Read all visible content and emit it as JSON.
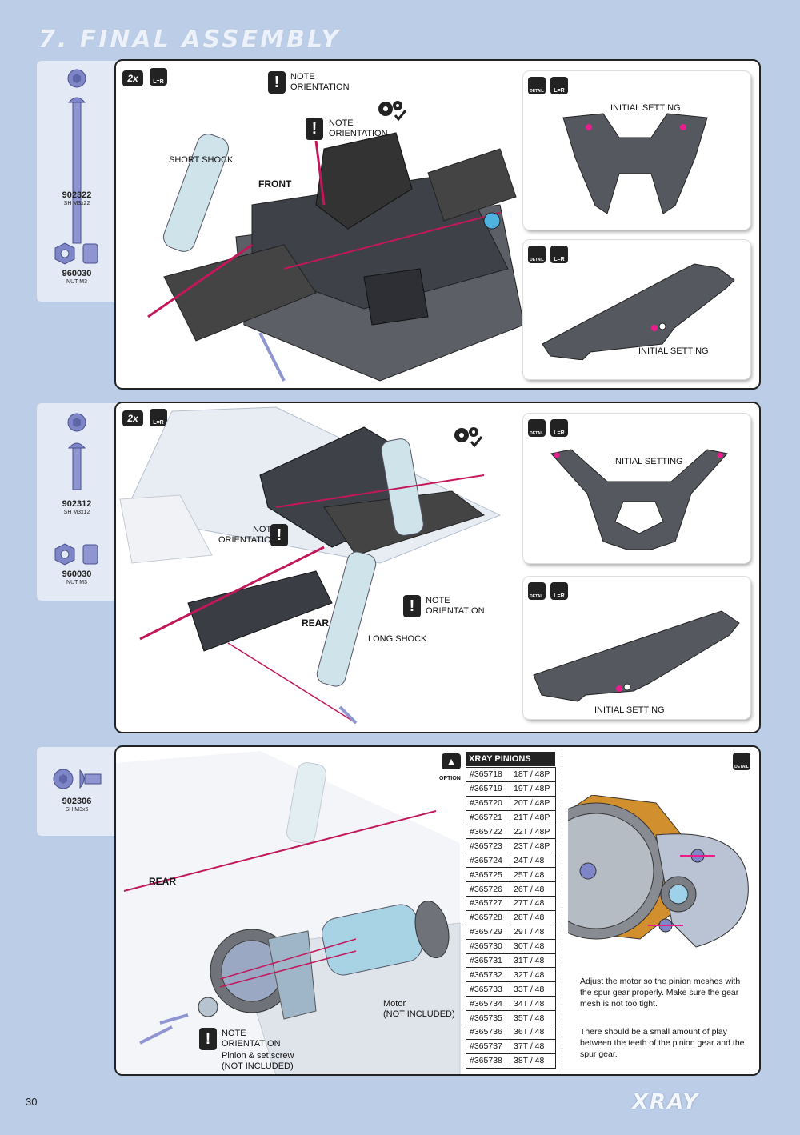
{
  "page": {
    "title": "7. FINAL ASSEMBLY",
    "page_number": "30",
    "brand": "XRAY"
  },
  "step1": {
    "parts": [
      {
        "code": "902322",
        "desc": "SH M3x22"
      },
      {
        "code": "960030",
        "desc": "NUT M3"
      }
    ],
    "badge": "2x",
    "lr": "L=R",
    "note1": "NOTE\nORIENTATION",
    "note2": "NOTE\nORIENTATION",
    "short_shock": "SHORT SHOCK",
    "front": "FRONT",
    "detail1": {
      "tag": "DETAIL",
      "lr": "L=R",
      "label": "INITIAL SETTING"
    },
    "detail2": {
      "tag": "DETAIL",
      "lr": "L=R",
      "label": "INITIAL SETTING"
    }
  },
  "step2": {
    "parts": [
      {
        "code": "902312",
        "desc": "SH M3x12"
      },
      {
        "code": "960030",
        "desc": "NUT M3"
      }
    ],
    "badge": "2x",
    "lr": "L=R",
    "note1": "NOTE\nORIENTATION",
    "note2": "NOTE\nORIENTATION",
    "long_shock": "LONG SHOCK",
    "rear": "REAR",
    "detail1": {
      "tag": "DETAIL",
      "lr": "L=R",
      "label": "INITIAL SETTING"
    },
    "detail2": {
      "tag": "DETAIL",
      "lr": "L=R",
      "label": "INITIAL SETTING"
    }
  },
  "step3": {
    "parts": [
      {
        "code": "902306",
        "desc": "SH M3x6"
      }
    ],
    "rear": "REAR",
    "option": "OPTION",
    "detail_tag": "DETAIL",
    "motor_label": "Motor\n(NOT INCLUDED)",
    "note": "NOTE\nORIENTATION",
    "pinion_label": "Pinion & set screw\n(NOT INCLUDED)",
    "table_title": "XRAY PINIONS",
    "pinions": [
      [
        "#365718",
        "18T / 48P"
      ],
      [
        "#365719",
        "19T / 48P"
      ],
      [
        "#365720",
        "20T / 48P"
      ],
      [
        "#365721",
        "21T / 48P"
      ],
      [
        "#365722",
        "22T / 48P"
      ],
      [
        "#365723",
        "23T / 48P"
      ],
      [
        "#365724",
        "24T / 48"
      ],
      [
        "#365725",
        "25T / 48"
      ],
      [
        "#365726",
        "26T / 48"
      ],
      [
        "#365727",
        "27T / 48"
      ],
      [
        "#365728",
        "28T / 48"
      ],
      [
        "#365729",
        "29T / 48"
      ],
      [
        "#365730",
        "30T / 48"
      ],
      [
        "#365731",
        "31T / 48"
      ],
      [
        "#365732",
        "32T / 48"
      ],
      [
        "#365733",
        "33T / 48"
      ],
      [
        "#365734",
        "34T / 48"
      ],
      [
        "#365735",
        "35T / 48"
      ],
      [
        "#365736",
        "36T / 48"
      ],
      [
        "#365737",
        "37T / 48"
      ],
      [
        "#365738",
        "38T / 48"
      ]
    ],
    "text1": "Adjust the motor so the pinion meshes with the spur gear properly. Make sure the gear mesh is not too tight.",
    "text2": "There should be a small amount of play between the teeth of the pinion gear and the spur gear."
  }
}
